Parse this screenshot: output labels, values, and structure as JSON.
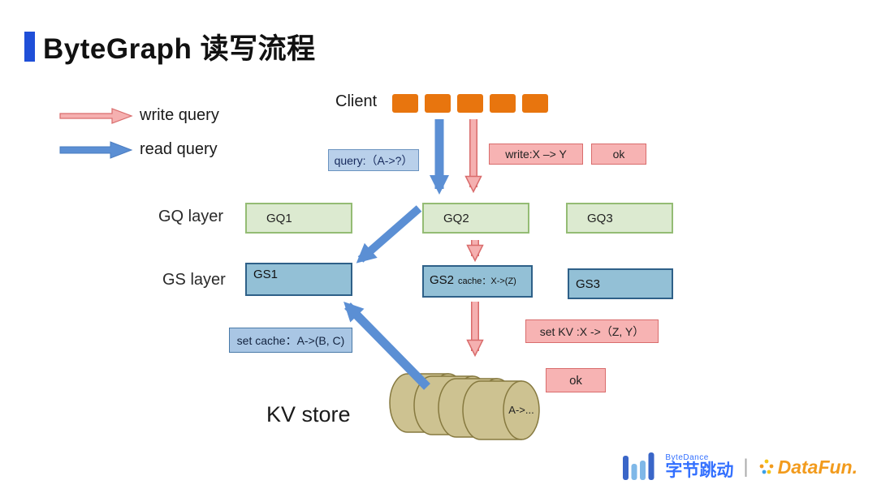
{
  "title": "ByteGraph 读写流程",
  "legend": {
    "write_label": "write query",
    "read_label": "read query"
  },
  "client_label": "Client",
  "annotations": {
    "query": "query:（A->?）",
    "write_xy": "write:X –> Y",
    "ok_top": "ok",
    "set_cache": "set cache：A->(B, C)",
    "set_kv": "set KV :X ->（Z, Y）",
    "ok_bottom": "ok"
  },
  "gq_layer": {
    "label": "GQ layer",
    "nodes": [
      "GQ1",
      "GQ2",
      "GQ3"
    ]
  },
  "gs_layer": {
    "label": "GS  layer",
    "nodes": [
      {
        "name": "GS1",
        "note": ""
      },
      {
        "name": "GS2",
        "note": "cache：X->(Z)"
      },
      {
        "name": "GS3",
        "note": ""
      }
    ]
  },
  "kv_store": {
    "label": "KV store",
    "content": "A->..."
  },
  "footer": {
    "bytedance_en": "ByteDance",
    "bytedance_cn": "字节跳动",
    "separator": "|",
    "datafun": "DataFun."
  },
  "colors": {
    "accent_blue": "#1f4fd8",
    "arrow_blue": "#5b8fd4",
    "arrow_pink_fill": "#f5b0b0",
    "arrow_pink_border": "#d96c6c",
    "client_orange": "#e8750e",
    "gq_fill": "#dcead0",
    "gq_border": "#94bc74",
    "gs_fill": "#93c0d6",
    "gs_border": "#2e6088",
    "label_blue_fill": "#b9d0ea",
    "label_pink_fill": "#f7b3b3",
    "cylinder_fill": "#cdc291",
    "cylinder_border": "#86793f",
    "bytedance_blue": "#3370ff",
    "datafun_orange": "#f29b1d"
  }
}
